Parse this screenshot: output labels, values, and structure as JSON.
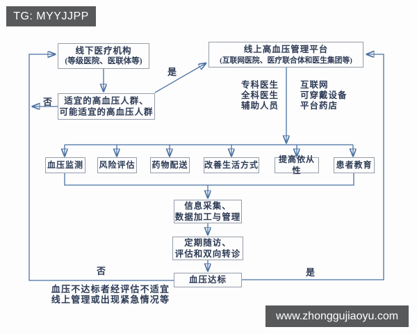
{
  "header": {
    "tag": "TG: MYYJJPP"
  },
  "watermark": {
    "site": "www.zhonggujiaoyu.com"
  },
  "colors": {
    "line_color": "#4a71a3",
    "arrow_color": "#1e4f86",
    "box_border_color": "#939ca8",
    "text_color": "#2c3a55",
    "tag_bg": "#58595b"
  },
  "flowchart": {
    "nodes": {
      "offline": {
        "line1": "线下医疗机构",
        "line2": "(等级医院、医联体等)"
      },
      "online": {
        "line1": "线上高血压管理平台",
        "line2": "(互联网医院、医疗联合体和医生集团等)"
      },
      "suitable": {
        "line1": "适宜的高血压人群、",
        "line2": "可能适宜的高血压人群"
      },
      "monitor": {
        "label": "血压监测"
      },
      "risk": {
        "label": "风险评估"
      },
      "delivery": {
        "label": "药物配送"
      },
      "lifestyle": {
        "label": "改善生活方式"
      },
      "adherence": {
        "label": "提高依从性"
      },
      "education": {
        "label": "患者教育"
      },
      "info": {
        "line1": "信息采集、",
        "line2": "数据加工与管理"
      },
      "followup": {
        "line1": "定期随访、",
        "line2": "评估和双向转诊"
      },
      "target": {
        "label": "血压达标"
      }
    },
    "labels": {
      "yes_top": "是",
      "no_left": "否",
      "no_bottom": "否",
      "yes_bottom": "是",
      "staff": [
        "专科医生",
        "全科医生",
        "辅助人员"
      ],
      "tools": [
        "互联网",
        "可穿戴设备",
        "平台药店"
      ],
      "caption_line1": "血压不达标者经评估不适宜",
      "caption_line2": "线上管理或出现紧急情况等"
    }
  }
}
